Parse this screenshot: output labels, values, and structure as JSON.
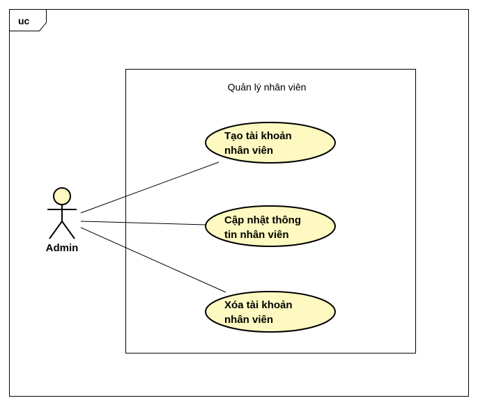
{
  "diagram": {
    "frame_tag": "uc",
    "system_name": "Quản lý nhân viên",
    "colors": {
      "usecase_fill": "#fdf9c0",
      "actor_head_fill": "#fdf9c0",
      "line": "#000000"
    },
    "actor": {
      "name": "Admin",
      "icon": "stick-figure-icon"
    },
    "use_cases": [
      {
        "line1": "Tạo tài khoản",
        "line2": "nhân viên"
      },
      {
        "line1": "Cập nhật thông",
        "line2": "tin nhân viên"
      },
      {
        "line1": "Xóa tài khoản",
        "line2": "nhân viên"
      }
    ]
  }
}
